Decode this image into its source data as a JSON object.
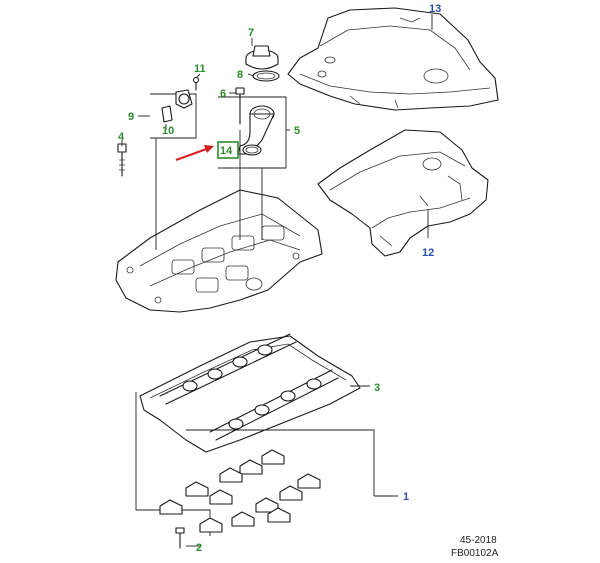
{
  "callouts": {
    "c1": "1",
    "c2": "2",
    "c3": "3",
    "c4": "4",
    "c5": "5",
    "c6": "6",
    "c7": "7",
    "c8": "8",
    "c9": "9",
    "c10": "10",
    "c11": "11",
    "c12": "12",
    "c13": "13",
    "c14": "14"
  },
  "footer": {
    "ref_code": "45-2018",
    "figure_id": "FB00102A"
  },
  "colors": {
    "callout_green": "#2e8b2e",
    "callout_blue": "#2a4fa8",
    "highlight_box": "#2e8b2e",
    "pointer_arrow": "#d42020"
  }
}
